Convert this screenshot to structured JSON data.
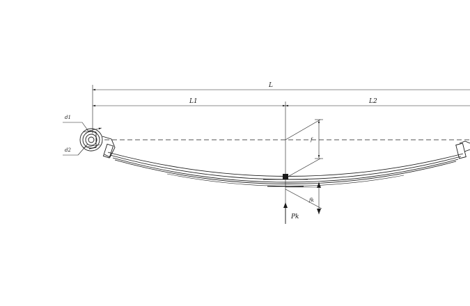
{
  "drawing": {
    "labels": {
      "overall_length": "L",
      "front_length": "L1",
      "rear_length": "L2",
      "load": "Pk",
      "eye_dia_outer": "d1",
      "eye_dia_inner": "d2",
      "arc_height": "f",
      "deflection": "fk"
    },
    "colors": {
      "line": "#1a1a1a",
      "background": "#ffffff"
    }
  }
}
